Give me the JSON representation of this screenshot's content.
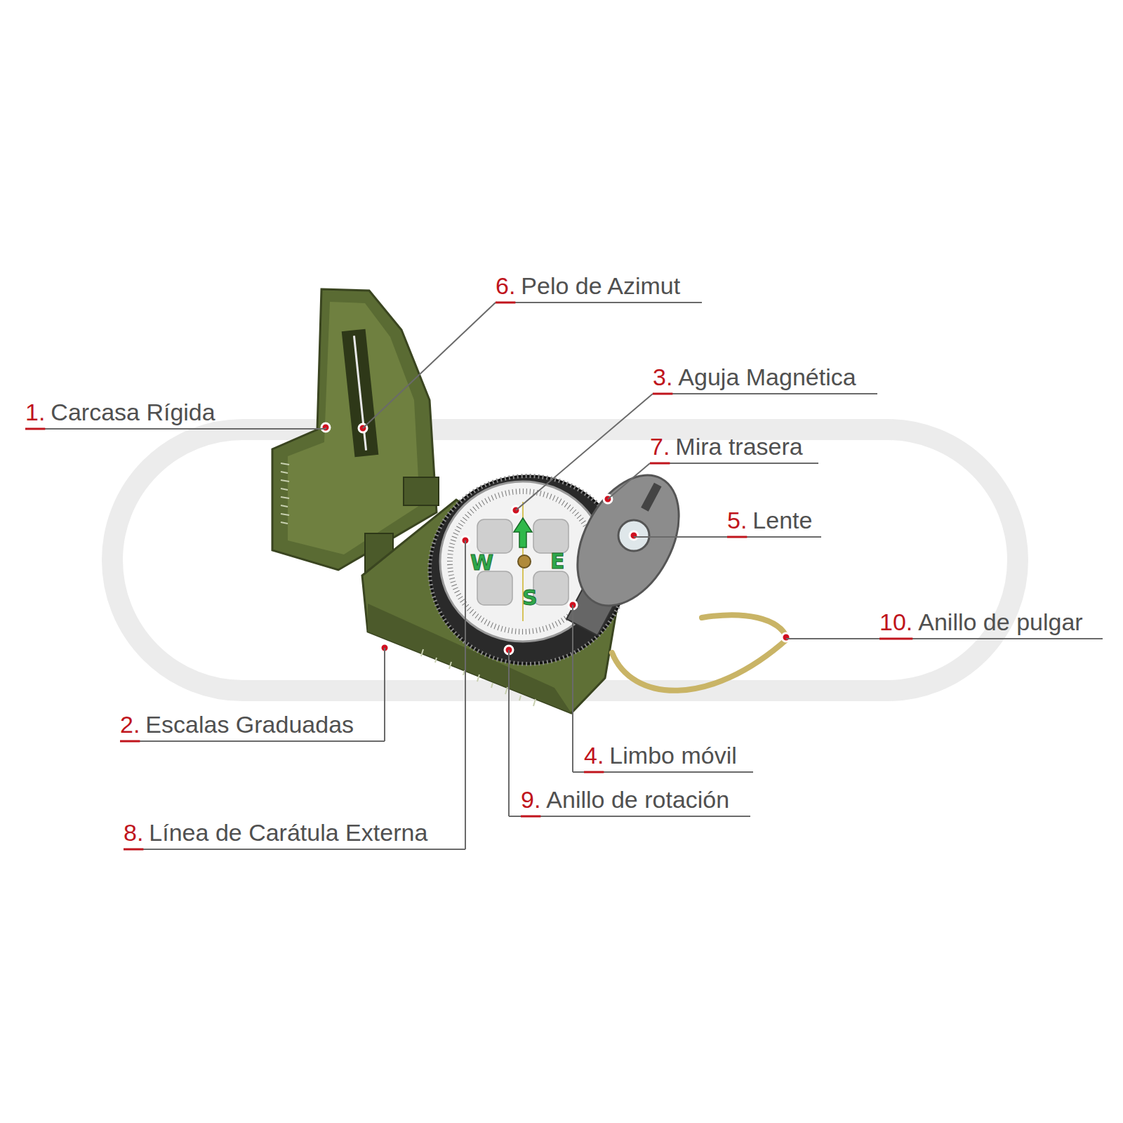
{
  "diagram": {
    "labels": [
      "1.",
      "Carcasa Rígida",
      "6.",
      "Pelo de Azimut",
      "3.",
      "Aguja Magnética",
      "7.",
      "Mira trasera",
      "5.",
      "Lente",
      "10.",
      "Anillo de pulgar",
      "2.",
      "Escalas Graduadas",
      "4.",
      "Limbo móvil",
      "9.",
      "Anillo de rotación",
      "8.",
      "Línea de Carátula Externa",
      "W",
      "E",
      "S"
    ]
  }
}
